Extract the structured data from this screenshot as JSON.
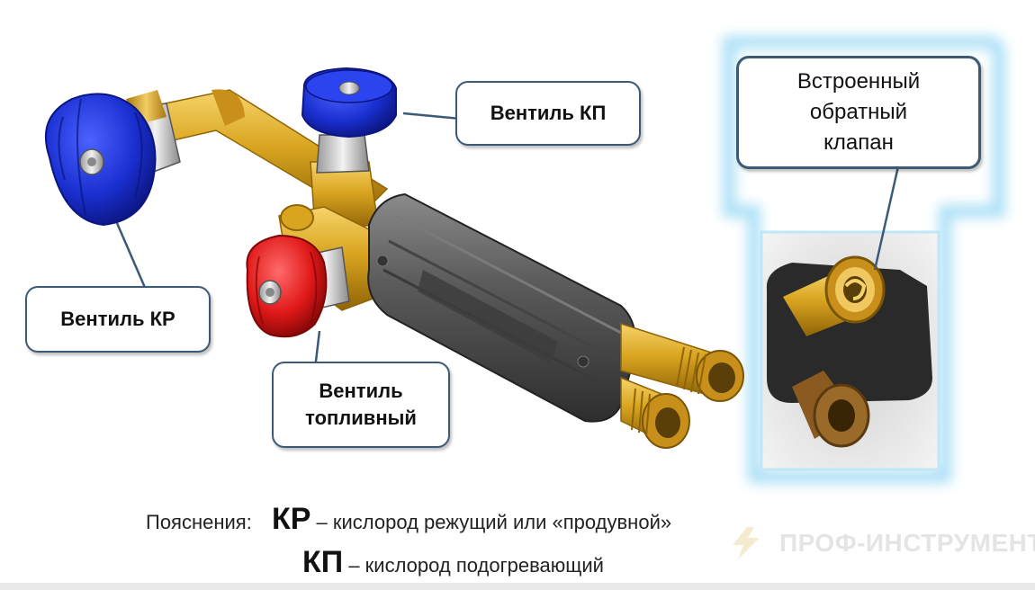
{
  "callouts": {
    "kp": "Вентиль КП",
    "kr": "Вентиль КР",
    "fuel_line1": "Вентиль",
    "fuel_line2": "топливный",
    "check_line1": "Встроенный",
    "check_line2": "обратный",
    "check_line3": "клапан"
  },
  "legend": {
    "label": "Пояснения:",
    "rows": [
      {
        "key": "КР",
        "text": "– кислород режущий или «продувной»"
      },
      {
        "key": "КП",
        "text": "– кислород подогревающий"
      }
    ]
  },
  "watermark": "ПРОФ-ИНСТРУМЕНТ",
  "colors": {
    "valve_kp": "#1a2fd0",
    "valve_kr": "#1830c8",
    "valve_fuel": "#e01818",
    "brass": "#d9a520",
    "body": "#4a4a4a",
    "callout_border": "#3c5a78",
    "inset_glow": "#9fdcf5"
  }
}
